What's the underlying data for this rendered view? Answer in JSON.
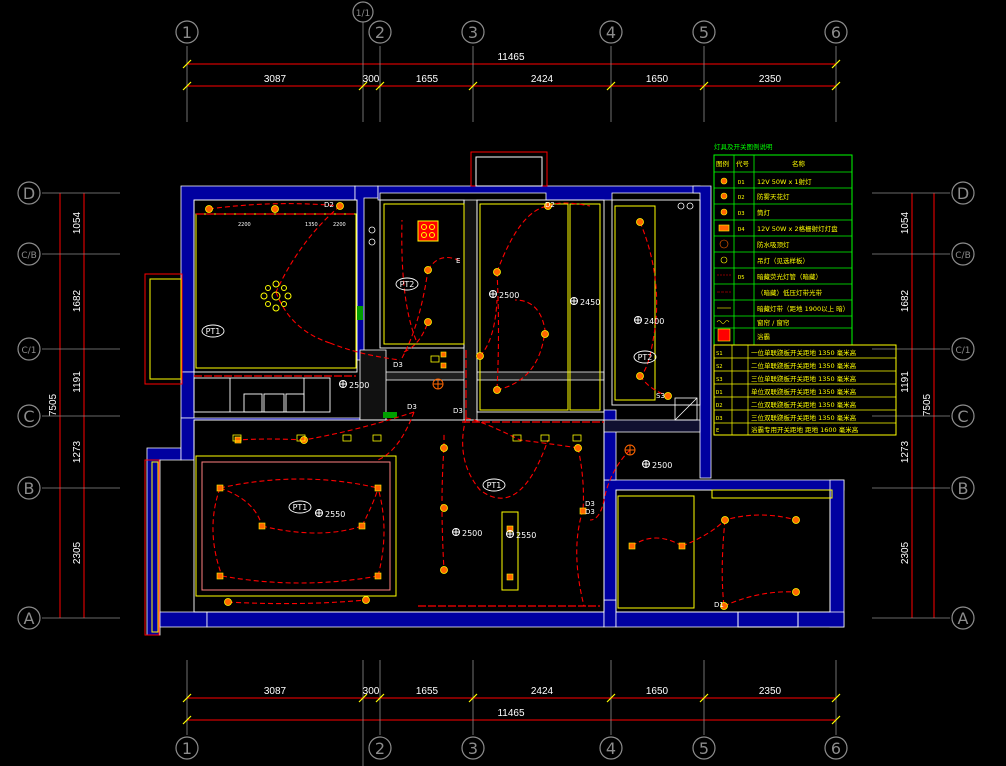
{
  "colors": {
    "background": "#000000",
    "wall": "#0000a0",
    "wall_line": "#ffffff",
    "line_red": "#ff0000",
    "line_yellow": "#ffff00",
    "line_green": "#00ff00",
    "dim_line": "#ff0000",
    "axis": "#8c8c8c",
    "lamp_fill": "#ff6600"
  },
  "drawing": {
    "dims_top_total": "11465",
    "dims_top": [
      "3087",
      "300",
      "1655",
      "2424",
      "1650",
      "2350"
    ],
    "dims_bottom_total": "11465",
    "dims_bottom": [
      "3087",
      "300",
      "1655",
      "2424",
      "1650",
      "2350"
    ],
    "dims_left_total": "7505",
    "dims_left": [
      "1054",
      "1682",
      "1191",
      "1273",
      "2305"
    ],
    "dims_right_total": "7505",
    "dims_right": [
      "1054",
      "1682",
      "1191",
      "1273",
      "2305"
    ],
    "axes_top": [
      "1",
      "1/1",
      "2",
      "3",
      "4",
      "5",
      "6"
    ],
    "axes_bottom": [
      "1",
      "2",
      "3",
      "4",
      "5",
      "6"
    ],
    "axes_left": [
      "D",
      "C/B",
      "C/1",
      "C",
      "B",
      "A"
    ],
    "axes_right": [
      "D",
      "C/B",
      "C/1",
      "C",
      "B",
      "A"
    ],
    "heights": [
      {
        "id": "h1",
        "text": "2500"
      },
      {
        "id": "h2",
        "text": "2450"
      },
      {
        "id": "h3",
        "text": "2400"
      },
      {
        "id": "h4",
        "text": "2500"
      },
      {
        "id": "h5",
        "text": "2550"
      },
      {
        "id": "h6",
        "text": "2500"
      },
      {
        "id": "h7",
        "text": "2550"
      },
      {
        "id": "h8",
        "text": "2500"
      }
    ],
    "tags": {
      "pt1a": "PT1",
      "pt1b": "PT1",
      "pt1c": "PT1",
      "pt2a": "PT2",
      "pt2b": "PT2",
      "d2a": "D2",
      "d2b": "D2",
      "d3a": "D3",
      "d3b": "D3",
      "d3c": "D3",
      "d3d": "D3",
      "d3e": "D3",
      "d1": "D1",
      "e": "E",
      "s3": "S3"
    },
    "ceiling_marks": [
      "2200",
      "1350",
      "2200"
    ]
  },
  "legend": {
    "title": "灯具及开关图例说明",
    "header": [
      "图例",
      "代号",
      "名称"
    ],
    "rows": [
      {
        "code": "D1",
        "name": "12V   50W x 1射灯"
      },
      {
        "code": "D2",
        "name": "防雾天花灯"
      },
      {
        "code": "D3",
        "name": "筒灯"
      },
      {
        "code": "D4",
        "name": "12V   50W x 2格栅射灯灯盘"
      },
      {
        "code": "",
        "name": "防水吸顶灯"
      },
      {
        "code": "",
        "name": "吊灯（见选样板）"
      },
      {
        "code": "D5",
        "name": "暗藏荧光灯管（暗藏）"
      },
      {
        "code": "",
        "name": "（暗藏）低压灯带光带"
      },
      {
        "code": "",
        "name": "暗藏灯带（距地 1900以上 暗）"
      },
      {
        "code": "",
        "name": "窗帘 / 窗帘"
      },
      {
        "code": "",
        "name": "浴霸"
      }
    ],
    "switches": [
      {
        "code": "S1",
        "name": "一位单联跷板开关距地 1350 毫米高"
      },
      {
        "code": "S2",
        "name": "二位单联跷板开关距地 1350 毫米高"
      },
      {
        "code": "S3",
        "name": "三位单联跷板开关距地 1350 毫米高"
      },
      {
        "code": "D1",
        "name": "单位双联跷板开关距地 1350 毫米高"
      },
      {
        "code": "D2",
        "name": "二位双联跷板开关距地 1350 毫米高"
      },
      {
        "code": "D3",
        "name": "三位双联跷板开关距地 1350 毫米高"
      },
      {
        "code": "E",
        "name": "浴霸专用开关距地 距地 1600 毫米高"
      }
    ]
  }
}
